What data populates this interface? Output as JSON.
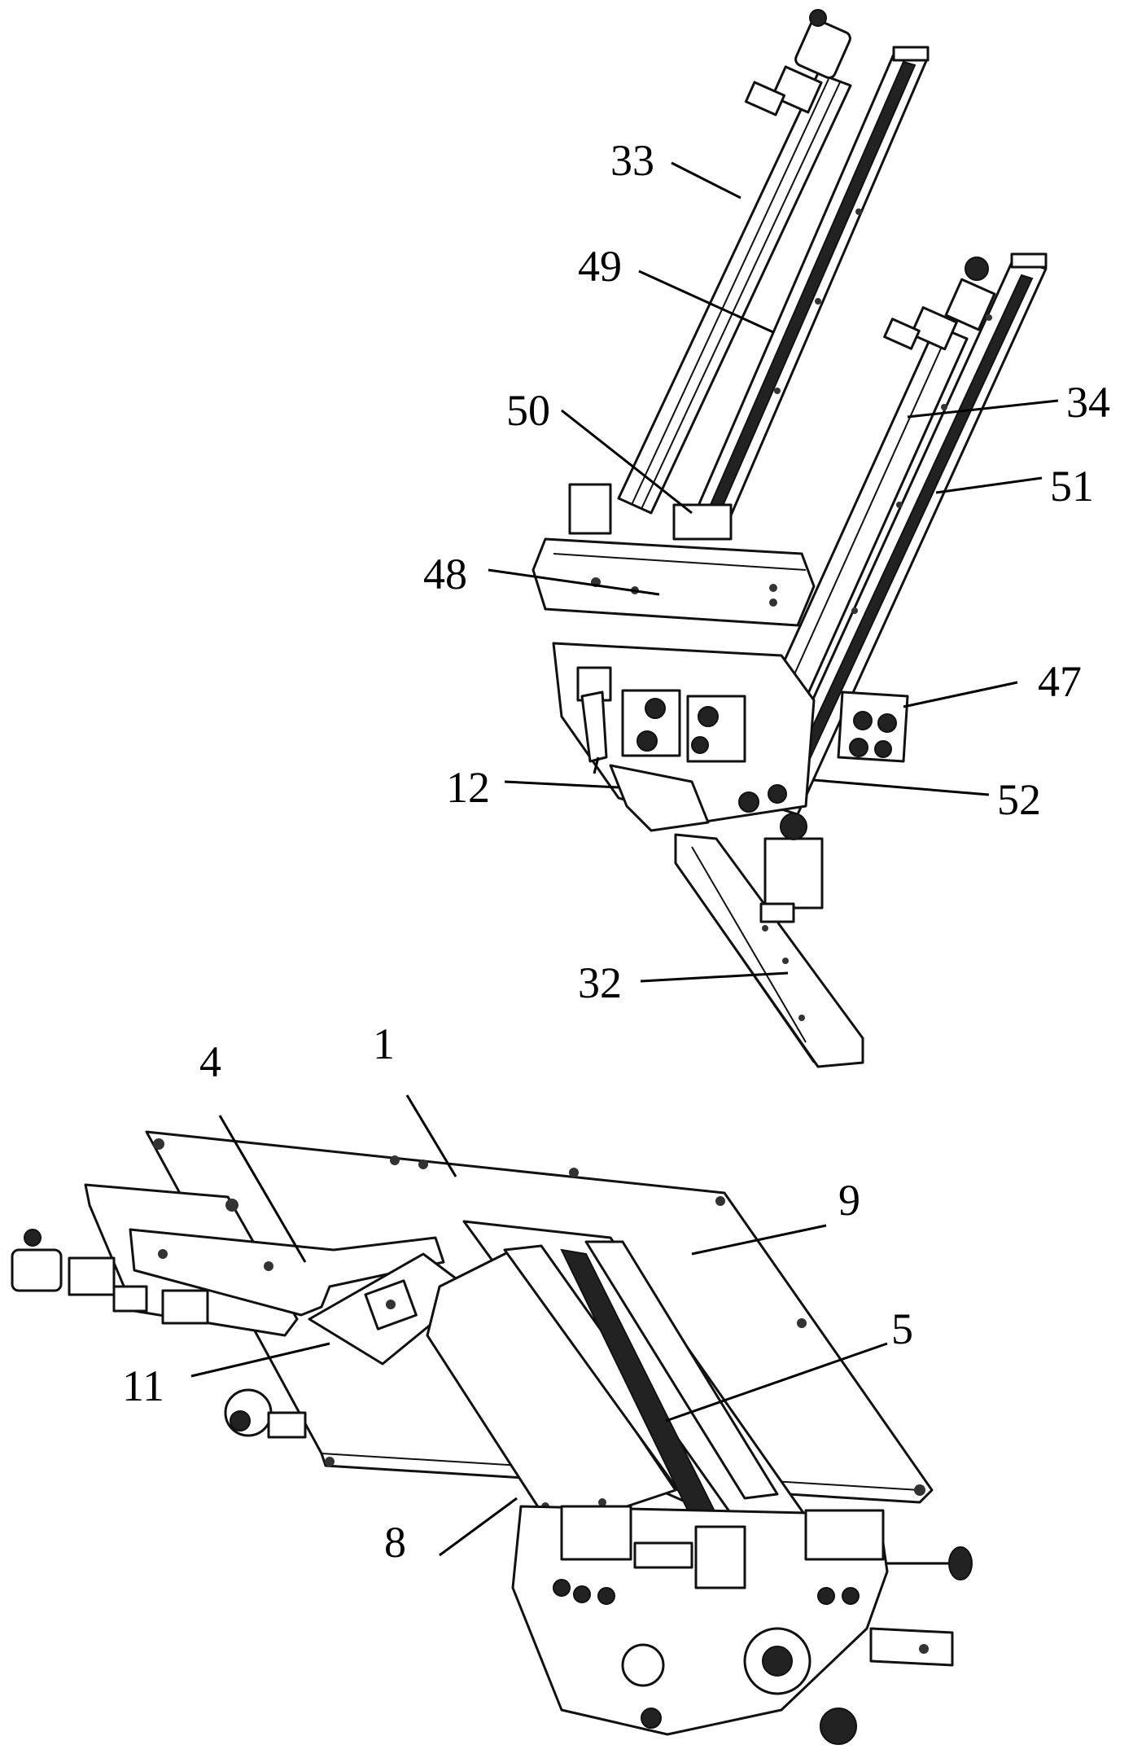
{
  "figure": {
    "upper_assembly": {
      "labels": {
        "l33": "33",
        "l49": "49",
        "l34": "34",
        "l50": "50",
        "l51": "51",
        "l48": "48",
        "l47": "47",
        "l12": "12",
        "l52": "52",
        "l32": "32"
      }
    },
    "lower_assembly": {
      "labels": {
        "l4": "4",
        "l1": "1",
        "l9": "9",
        "l11": "11",
        "l5": "5",
        "l8": "8"
      }
    }
  }
}
